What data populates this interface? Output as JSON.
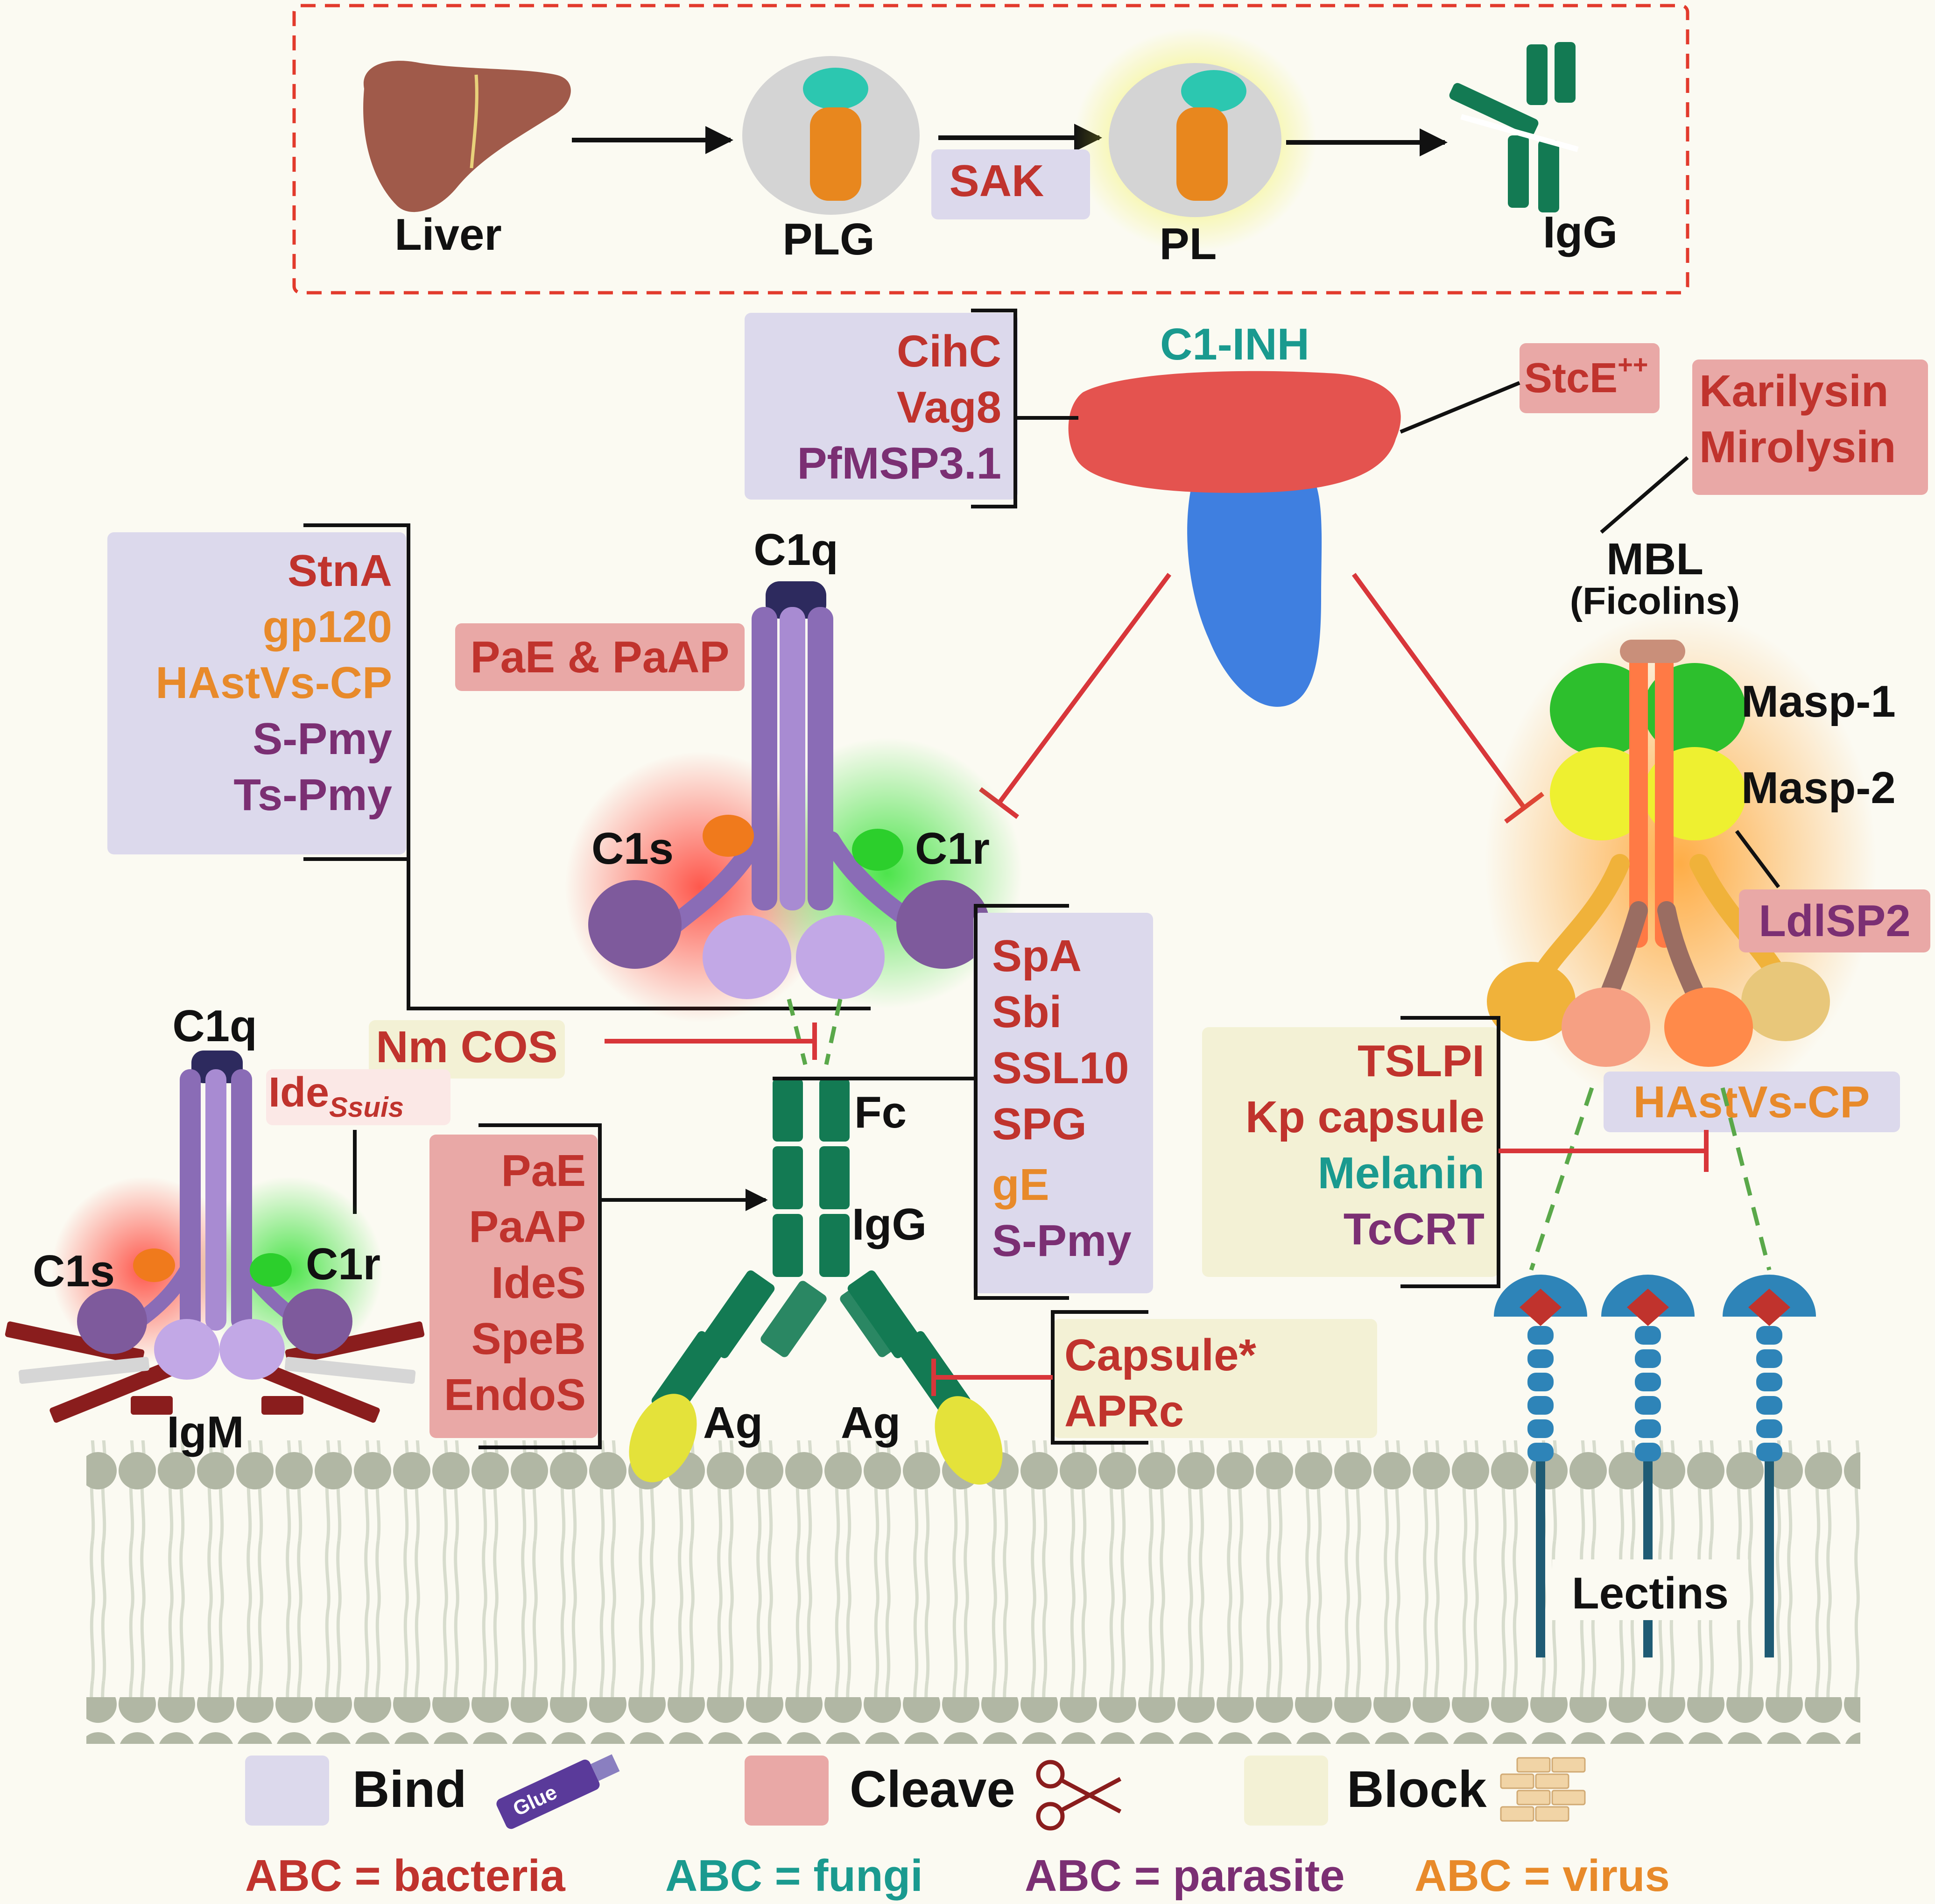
{
  "colors": {
    "bacteria": "#c0332d",
    "fungi": "#1a9a8f",
    "parasite": "#7b2f73",
    "virus": "#e88a2a",
    "bind_bg": "#dcd9ec",
    "cleave_bg": "#e9a8a6",
    "block_bg": "#f3f1d5",
    "c1q_purple": "#9b82c4",
    "igg_green": "#137a53",
    "c1inh_red": "#e4534f",
    "c1inh_blue": "#3f7fe0",
    "inhibit_red": "#d8363a",
    "dashed_green": "#5aa84a",
    "membrane": "#b1b7a4"
  },
  "top_pathway": {
    "liver": "Liver",
    "plg": "PLG",
    "sak": "SAK",
    "pl": "PL",
    "igg": "IgG"
  },
  "c1inh": {
    "label": "C1-INH",
    "binders": [
      "CihC",
      "Vag8",
      "PfMSP3.1"
    ],
    "stce": "StcE",
    "stce_sup": "++",
    "proteases": [
      "Karilysin",
      "Mirolysin"
    ]
  },
  "mbl": {
    "label": "MBL",
    "sublabel": "(Ficolins)",
    "masp1": "Masp-1",
    "masp2": "Masp-2",
    "ldlsp2": "LdlSP2",
    "hastvs": "HAstVs-CP",
    "lectins": "Lectins"
  },
  "c1q_binders": [
    "StnA",
    "gp120",
    "HAstVs-CP",
    "S-Pmy",
    "Ts-Pmy"
  ],
  "c1q_center": {
    "label": "C1q",
    "c1s": "C1s",
    "c1r": "C1r",
    "pae_paap": "PaE & PaAP",
    "nm_cos": "Nm COS"
  },
  "c1q_left": {
    "label": "C1q",
    "c1s": "C1s",
    "c1r": "C1r",
    "igm": "IgM",
    "ide_main": "Ide",
    "ide_sub": "Ssuis"
  },
  "igg_center": {
    "fc": "Fc",
    "igg": "IgG",
    "ag_left": "Ag",
    "ag_right": "Ag"
  },
  "igg_cleavers": [
    "PaE",
    "PaAP",
    "IdeS",
    "SpeB",
    "EndoS"
  ],
  "fc_binders": [
    "SpA",
    "Sbi",
    "SSL10",
    "SPG",
    "gE",
    "S-Pmy"
  ],
  "fab_blockers": [
    "Capsule*",
    "APRc"
  ],
  "lectin_blockers": [
    "TSLPI",
    "Kp capsule",
    "Melanin",
    "TcCRT"
  ],
  "legend": {
    "bind": "Bind",
    "cleave": "Cleave",
    "block": "Block",
    "glue": "Glue",
    "bacteria": "ABC = bacteria",
    "fungi": "ABC = fungi",
    "parasite": "ABC = parasite",
    "virus": "ABC = virus"
  }
}
